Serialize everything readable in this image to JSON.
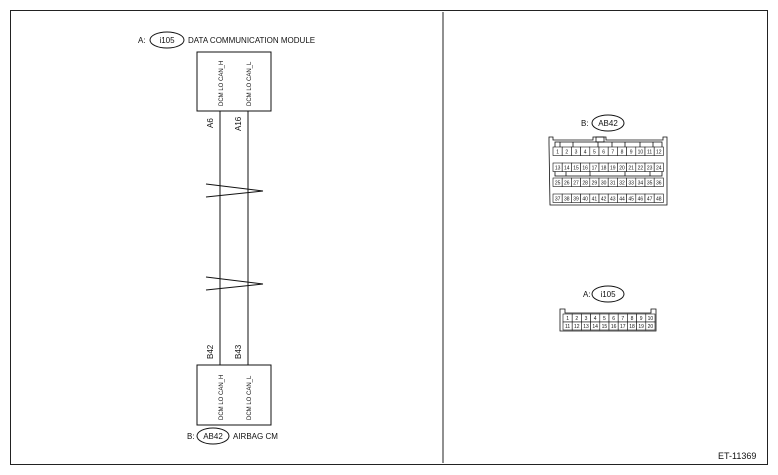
{
  "left_panel": {
    "module_a": {
      "prefix": "A:",
      "code": "i105",
      "name": "DATA COMMUNICATION MODULE",
      "pins": [
        "DCM LO CAN_H",
        "DCM LO CAN_L"
      ],
      "pin_numbers": [
        "A6",
        "A16"
      ]
    },
    "module_b": {
      "prefix": "B:",
      "code": "AB42",
      "name": "AIRBAG CM",
      "pins": [
        "DCM LO CAN_H",
        "DCM LO CAN_L"
      ],
      "pin_numbers": [
        "B42",
        "B43"
      ]
    }
  },
  "right_panel": {
    "connector_b": {
      "prefix": "B:",
      "code": "AB42",
      "rows": [
        [
          "1",
          "2",
          "3",
          "4",
          "5",
          "6",
          "7",
          "8",
          "9",
          "10",
          "11",
          "12"
        ],
        [
          "13",
          "14",
          "15",
          "16",
          "17",
          "18",
          "19",
          "20",
          "21",
          "22",
          "23",
          "24"
        ],
        [
          "25",
          "26",
          "27",
          "28",
          "29",
          "30",
          "31",
          "32",
          "33",
          "34",
          "35",
          "36"
        ],
        [
          "37",
          "38",
          "39",
          "40",
          "41",
          "42",
          "43",
          "44",
          "45",
          "46",
          "47",
          "48"
        ]
      ]
    },
    "connector_a": {
      "prefix": "A:",
      "code": "i105",
      "rows": [
        [
          "1",
          "2",
          "3",
          "4",
          "5",
          "6",
          "7",
          "8",
          "9",
          "10"
        ],
        [
          "11",
          "12",
          "13",
          "14",
          "15",
          "16",
          "17",
          "18",
          "19",
          "20"
        ]
      ]
    }
  },
  "figure_id": "ET-11369"
}
